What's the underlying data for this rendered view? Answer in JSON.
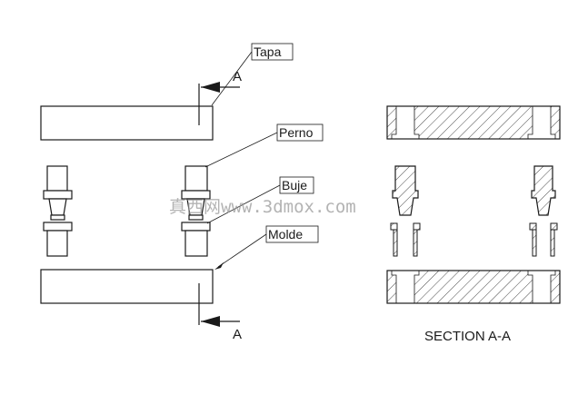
{
  "labels": {
    "tapa": "Tapa",
    "perno": "Perno",
    "buje": "Buje",
    "molde": "Molde"
  },
  "section": {
    "cut_letter_top": "A",
    "cut_letter_bottom": "A",
    "title": "SECTION A-A"
  },
  "watermark": "真西网www.3dmox.com",
  "colors": {
    "line": "#1a1a1a",
    "background": "#ffffff",
    "watermark": "#9a9a9a"
  }
}
